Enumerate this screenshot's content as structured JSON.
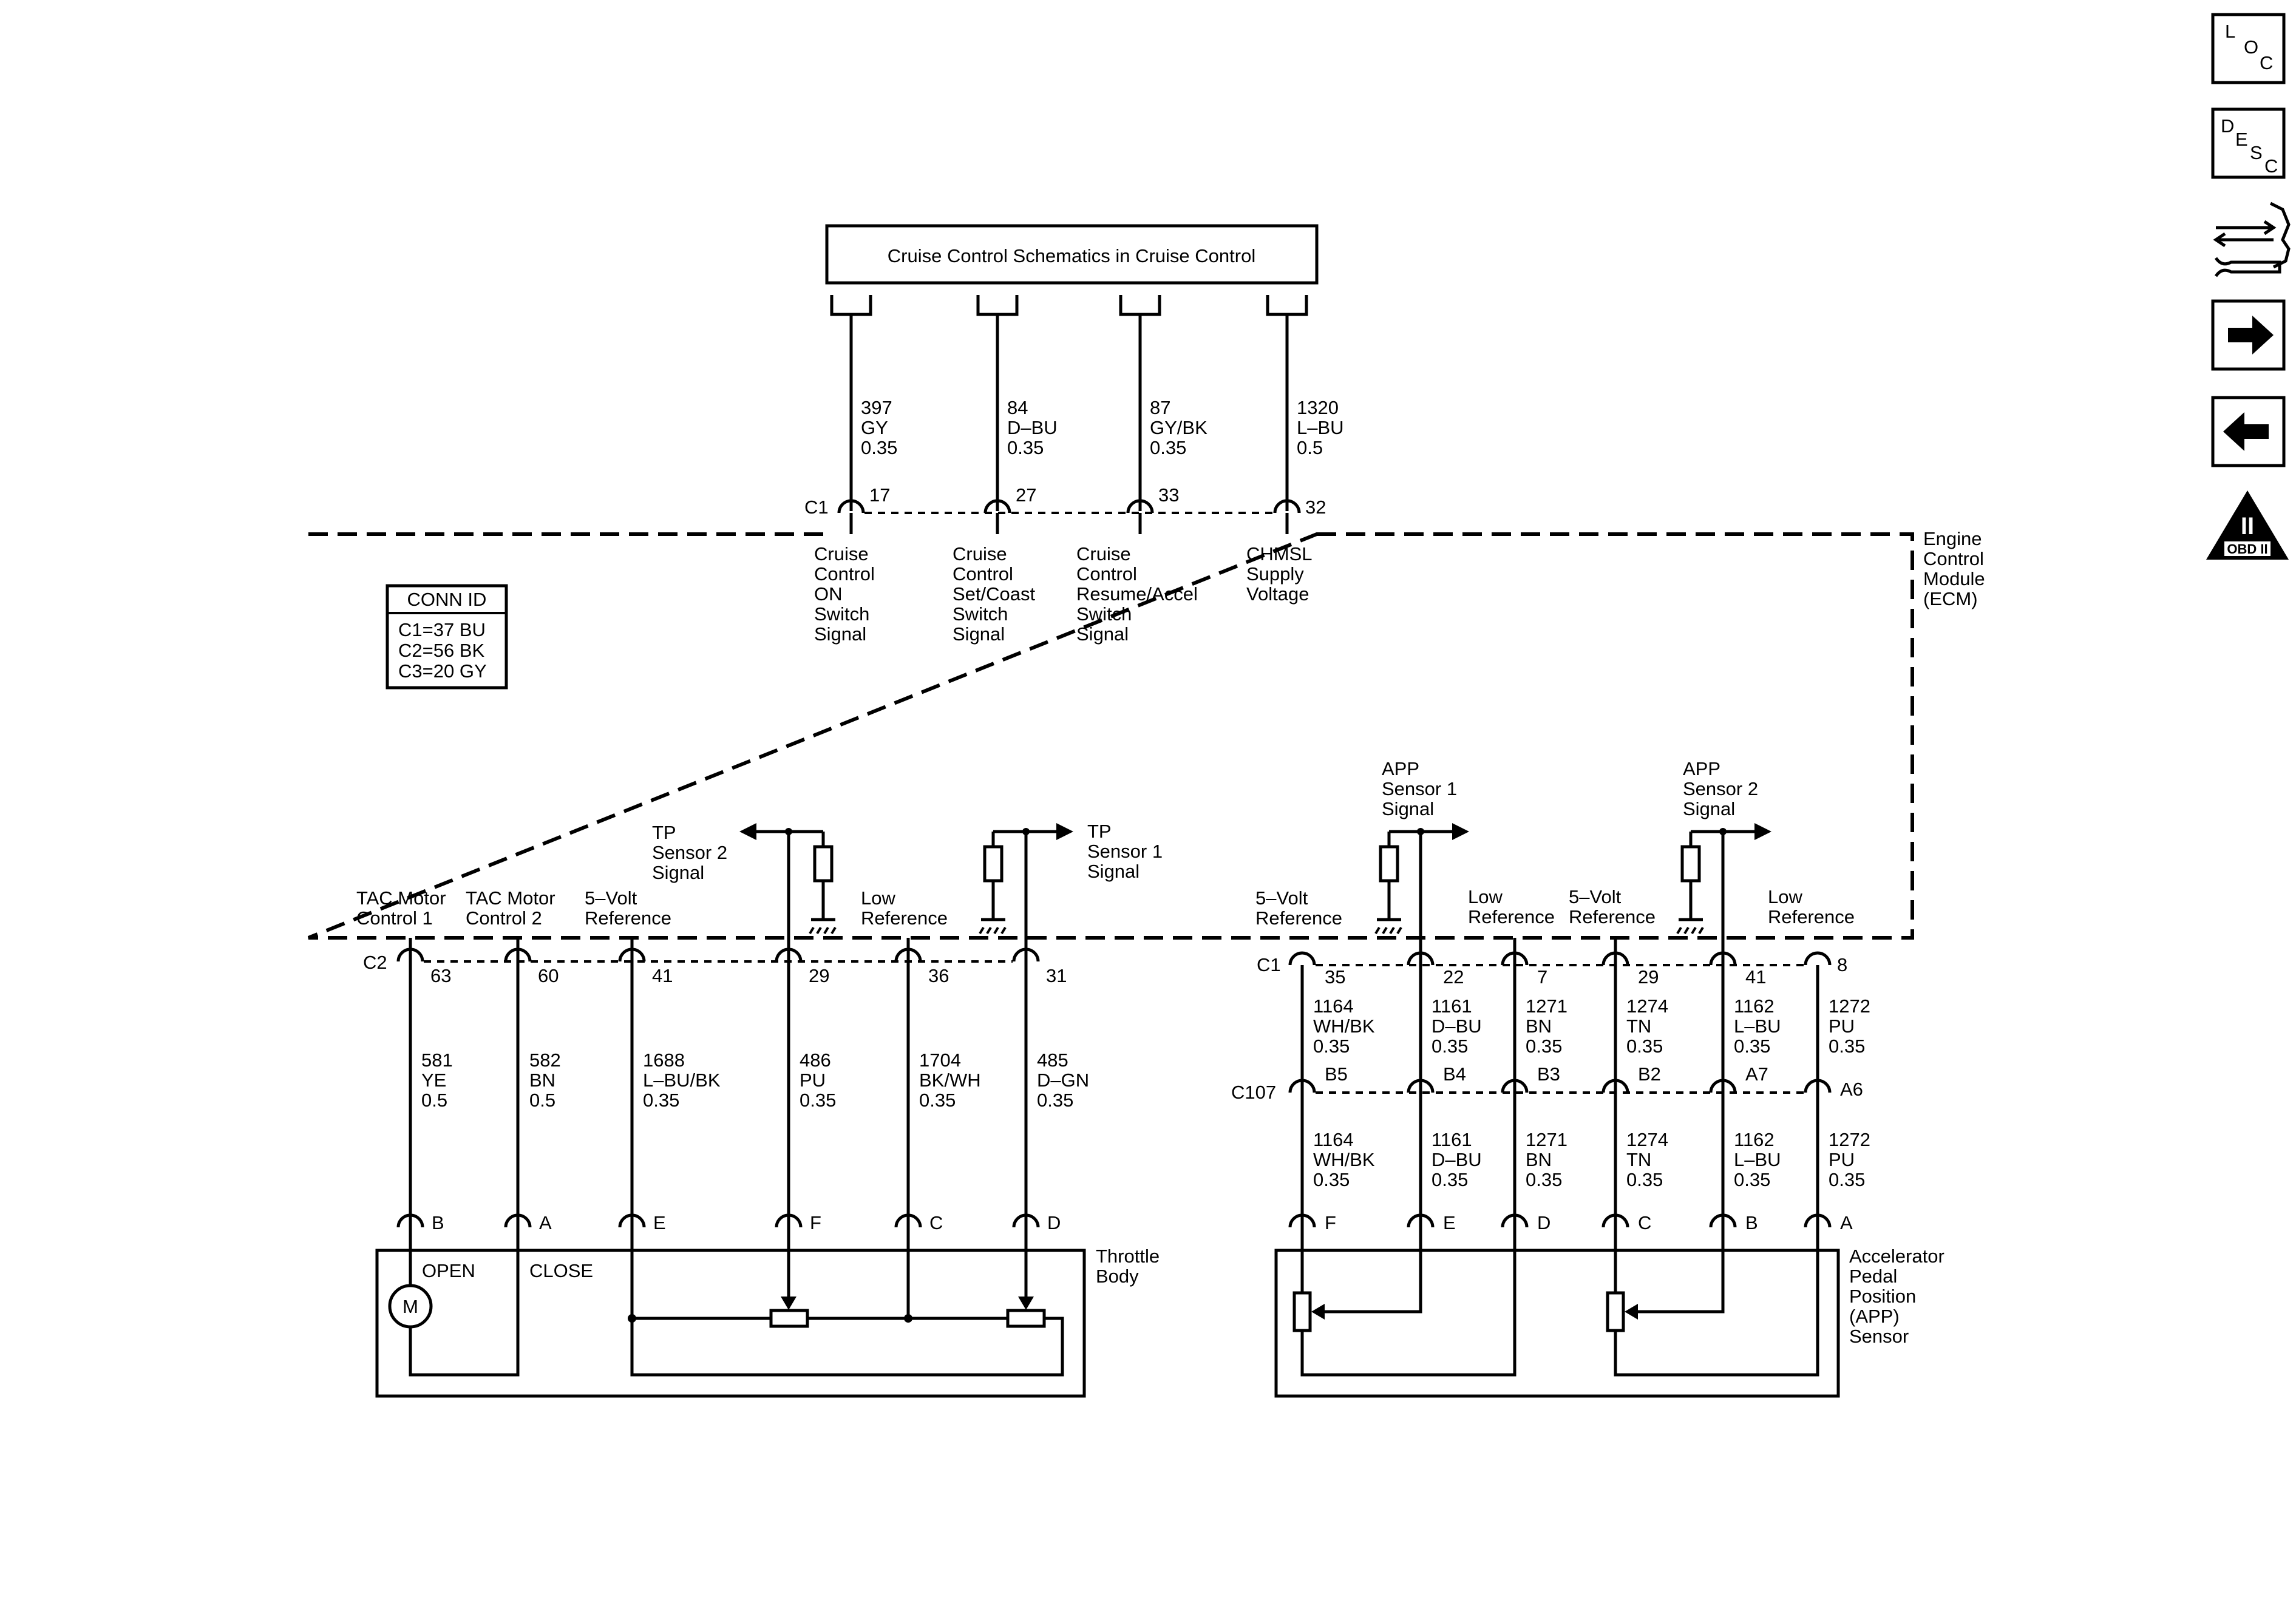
{
  "cruise_box": {
    "label": "Cruise Control Schematics in Cruise Control"
  },
  "ecm_label": [
    "Engine",
    "Control",
    "Module",
    "(ECM)"
  ],
  "conn_id": {
    "title": "CONN ID",
    "lines": [
      "C1=37 BU",
      "C2=56 BK",
      "C3=20 GY"
    ]
  },
  "top_connector": {
    "name": "C1"
  },
  "top_wires": [
    {
      "circuit": "397",
      "color": "GY",
      "gauge": "0.35",
      "pin": "17",
      "label": [
        "Cruise",
        "Control",
        "ON",
        "Switch",
        "Signal"
      ]
    },
    {
      "circuit": "84",
      "color": "D–BU",
      "gauge": "0.35",
      "pin": "27",
      "label": [
        "Cruise",
        "Control",
        "Set/Coast",
        "Switch",
        "Signal"
      ]
    },
    {
      "circuit": "87",
      "color": "GY/BK",
      "gauge": "0.35",
      "pin": "33",
      "label": [
        "Cruise",
        "Control",
        "Resume/Accel",
        "Switch",
        "Signal"
      ]
    },
    {
      "circuit": "1320",
      "color": "L–BU",
      "gauge": "0.5",
      "pin": "32",
      "label": [
        "CHMSL",
        "Supply",
        "Voltage"
      ]
    }
  ],
  "left_connector": {
    "name": "C2"
  },
  "left_wires": [
    {
      "circuit": "581",
      "color": "YE",
      "gauge": "0.5",
      "pin": "63",
      "term": "B",
      "label": [
        "TAC Motor",
        "Control 1"
      ]
    },
    {
      "circuit": "582",
      "color": "BN",
      "gauge": "0.5",
      "pin": "60",
      "term": "A",
      "label": [
        "TAC Motor",
        "Control 2"
      ]
    },
    {
      "circuit": "1688",
      "color": "L–BU/BK",
      "gauge": "0.35",
      "pin": "41",
      "term": "E",
      "label": [
        "5–Volt",
        "Reference"
      ]
    },
    {
      "circuit": "486",
      "color": "PU",
      "gauge": "0.35",
      "pin": "29",
      "term": "F",
      "label": []
    },
    {
      "circuit": "1704",
      "color": "BK/WH",
      "gauge": "0.35",
      "pin": "36",
      "term": "C",
      "label": [
        "Low",
        "Reference"
      ]
    },
    {
      "circuit": "485",
      "color": "D–GN",
      "gauge": "0.35",
      "pin": "31",
      "term": "D",
      "label": []
    }
  ],
  "tp2_label": [
    "TP",
    "Sensor 2",
    "Signal"
  ],
  "tp1_label": [
    "TP",
    "Sensor 1",
    "Signal"
  ],
  "throttle": {
    "name": [
      "Throttle",
      "Body"
    ],
    "open": "OPEN",
    "close": "CLOSE",
    "motor": "M"
  },
  "right_connector": {
    "name": "C1",
    "inline": "C107"
  },
  "right_wires": [
    {
      "circuit": "1164",
      "color": "WH/BK",
      "gauge": "0.35",
      "pin": "35",
      "c107": "B5",
      "term": "F",
      "label": [
        "5–Volt",
        "Reference"
      ]
    },
    {
      "circuit": "1161",
      "color": "D–BU",
      "gauge": "0.35",
      "pin": "22",
      "c107": "B4",
      "term": "E",
      "label": []
    },
    {
      "circuit": "1271",
      "color": "BN",
      "gauge": "0.35",
      "pin": "7",
      "c107": "B3",
      "term": "D",
      "label": [
        "Low",
        "Reference"
      ]
    },
    {
      "circuit": "1274",
      "color": "TN",
      "gauge": "0.35",
      "pin": "29",
      "c107": "B2",
      "term": "C",
      "label": [
        "5–Volt",
        "Reference"
      ]
    },
    {
      "circuit": "1162",
      "color": "L–BU",
      "gauge": "0.35",
      "pin": "41",
      "c107": "A7",
      "term": "B",
      "label": []
    },
    {
      "circuit": "1272",
      "color": "PU",
      "gauge": "0.35",
      "pin": "8",
      "c107": "A6",
      "term": "A",
      "label": [
        "Low",
        "Reference"
      ]
    }
  ],
  "app1_label": [
    "APP",
    "Sensor 1",
    "Signal"
  ],
  "app2_label": [
    "APP",
    "Sensor 2",
    "Signal"
  ],
  "app_sensor": {
    "name": [
      "Accelerator",
      "Pedal",
      "Position",
      "(APP)",
      "Sensor"
    ]
  },
  "side_nav": {
    "loc": [
      "L",
      "O",
      "C"
    ],
    "desc": [
      "D",
      "E",
      "S",
      "C"
    ],
    "obd": "OBD II",
    "obd_mark": "II"
  }
}
